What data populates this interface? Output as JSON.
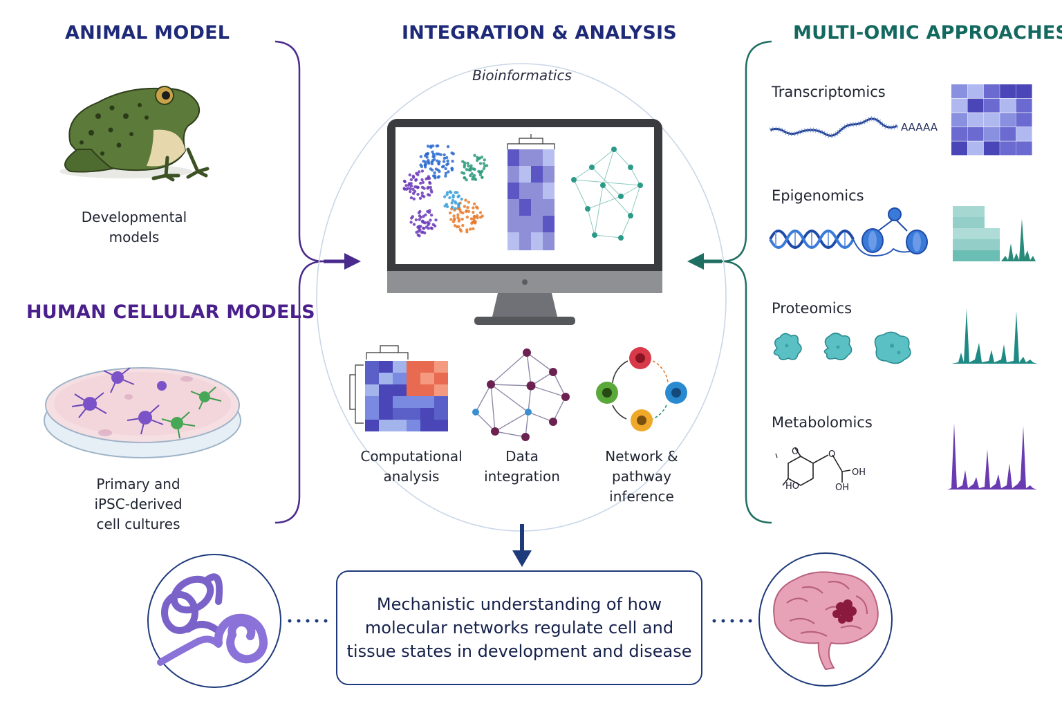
{
  "colors": {
    "animal_heading": "#1e2a78",
    "human_heading": "#4a1f8c",
    "integration_heading": "#1e2a78",
    "omics_heading": "#13695f",
    "bracket_left": "#4a2a8c",
    "bracket_right": "#1e6e62",
    "arrow_down": "#1e3a7a"
  },
  "animal": {
    "heading": "ANIMAL MODEL",
    "caption_line1": "Developmental",
    "caption_line2": "models",
    "icon": "frog-icon"
  },
  "human": {
    "heading": "HUMAN CELLULAR MODELS",
    "caption_line1": "Primary and",
    "caption_line2": "iPSC-derived",
    "caption_line3": "cell cultures",
    "icon": "petri-dish-icon"
  },
  "integration": {
    "heading": "INTEGRATION & ANALYSIS",
    "subtitle": "Bioinformatics",
    "icon": "monitor-icon",
    "methods": [
      {
        "line1": "Computational",
        "line2": "analysis",
        "icon": "clustered-heatmap-icon"
      },
      {
        "line1": "Data",
        "line2": "integration",
        "icon": "network-graph-icon"
      },
      {
        "line1": "Network & pathway",
        "line2": "inference",
        "icon": "cell-cycle-icon"
      }
    ]
  },
  "omics": {
    "heading": "MULTI-OMIC APPROACHES",
    "items": [
      {
        "label": "Transcriptomics",
        "icon": "mrna-icon",
        "annotation": "AAAAA"
      },
      {
        "label": "Epigenomics",
        "icon": "dna-nucleosome-icon"
      },
      {
        "label": "Proteomics",
        "icon": "protein-icon"
      },
      {
        "label": "Metabolomics",
        "icon": "molecule-icon",
        "atoms": [
          "O",
          "HO",
          "O",
          "OH",
          "OH"
        ]
      }
    ]
  },
  "outcome": {
    "line1": "Mechanistic understanding of how",
    "line2": "molecular networks regulate cell and",
    "line3": "tissue states in development and disease",
    "left_icon": "inner-ear-icon",
    "right_icon": "brain-icon"
  }
}
